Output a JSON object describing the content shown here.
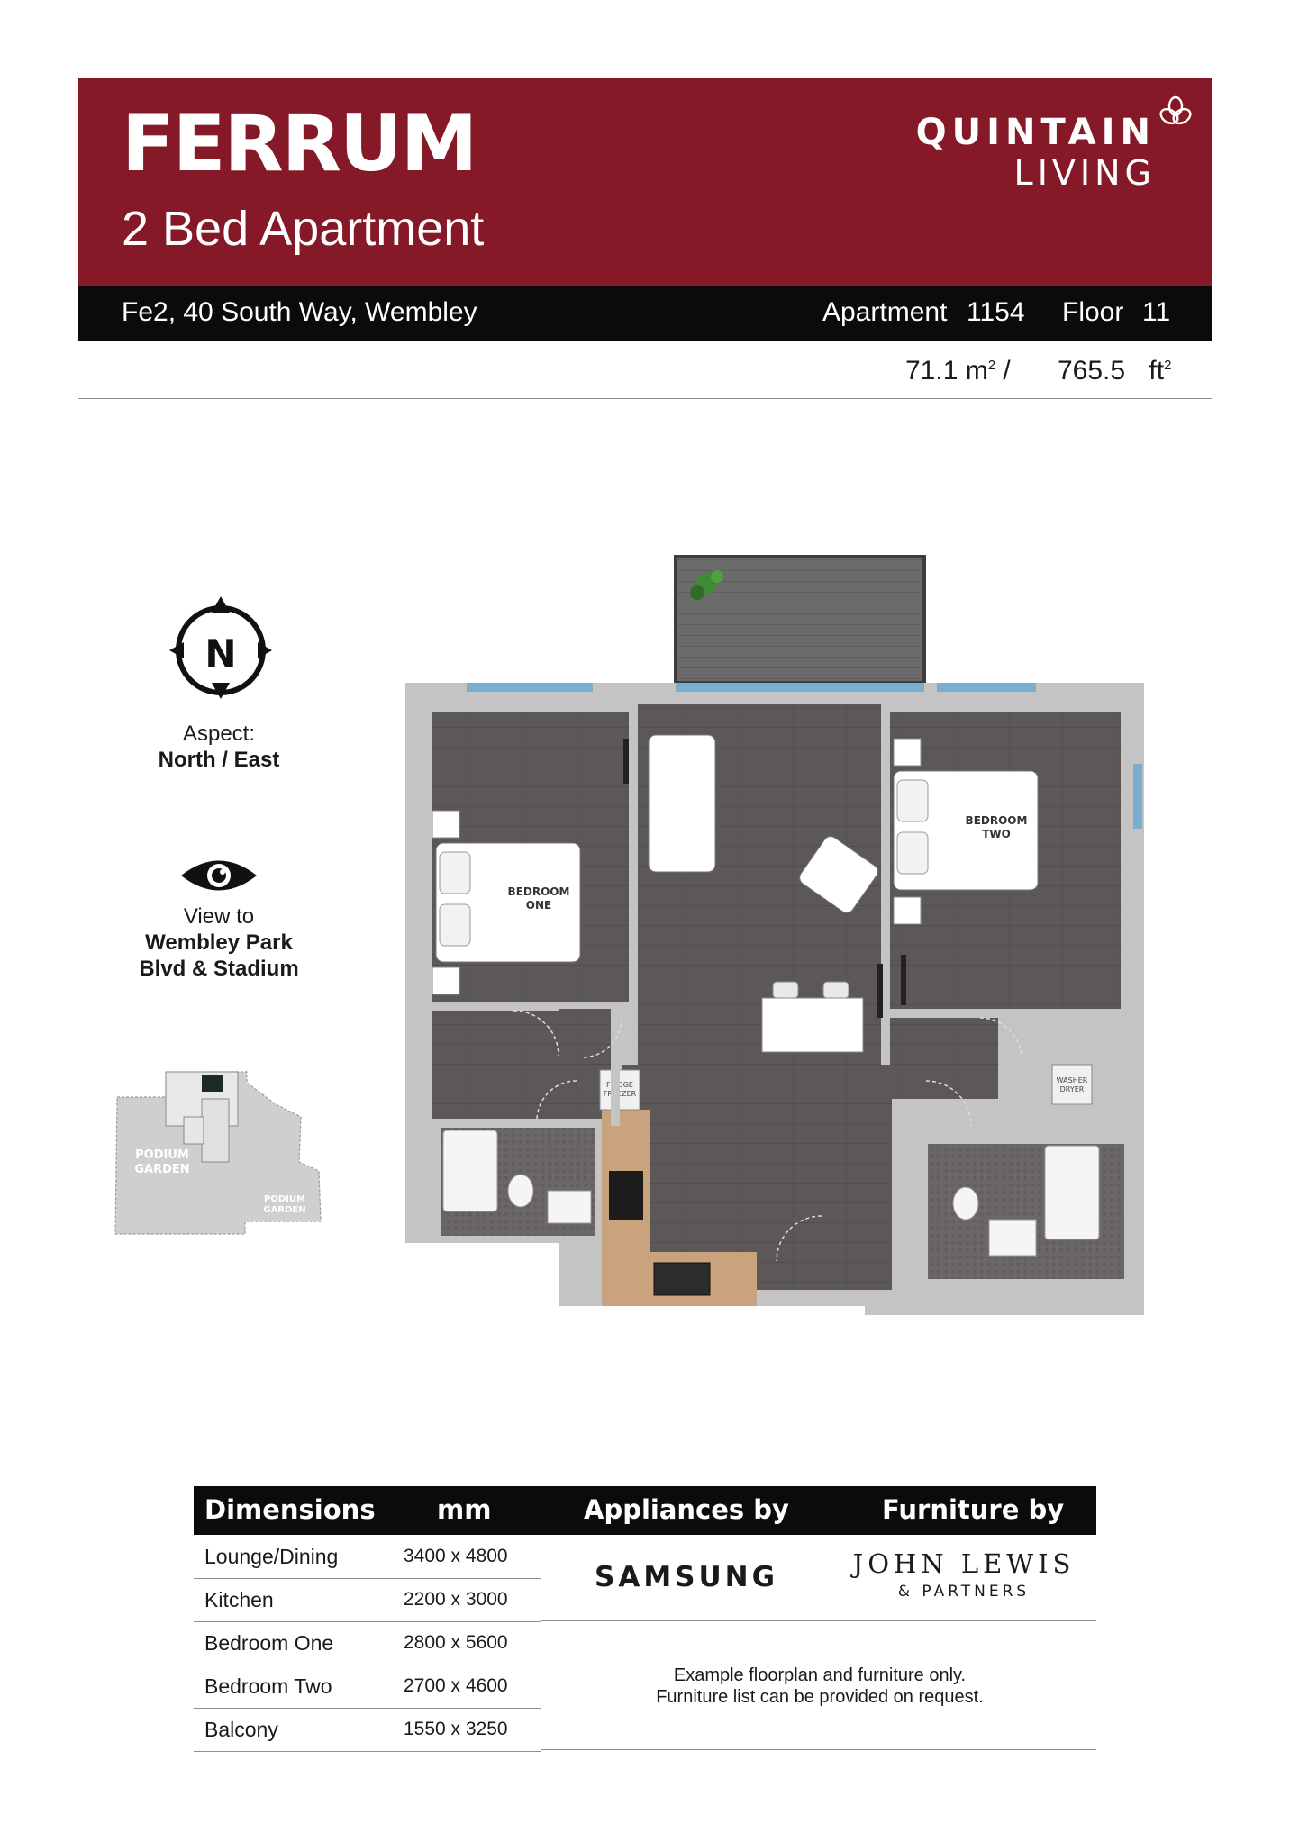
{
  "header": {
    "development": "FERRUM",
    "unit_type": "2 Bed Apartment",
    "brand_line1": "QUINTAIN",
    "brand_line2": "LIVING"
  },
  "address_bar": {
    "address": "Fe2, 40 South Way, Wembley",
    "apartment_label": "Apartment",
    "apartment_number": "1154",
    "floor_label": "Floor",
    "floor_number": "11"
  },
  "area": {
    "sqm": "71.1",
    "sqm_unit": "m",
    "separator": "/",
    "sqft": "765.5",
    "sqft_unit": "ft"
  },
  "sidebar": {
    "compass_letter": "N",
    "aspect_label": "Aspect:",
    "aspect_value": "North / East",
    "view_label": "View to",
    "view_line1": "Wembley Park",
    "view_line2": "Blvd & Stadium"
  },
  "keyplan": {
    "garden_a_line1": "PODIUM",
    "garden_a_line2": "GARDEN",
    "garden_b_line1": "PODIUM",
    "garden_b_line2": "GARDEN"
  },
  "floorplan": {
    "bedroom_one_line1": "BEDROOM",
    "bedroom_one_line2": "ONE",
    "bedroom_two_line1": "BEDROOM",
    "bedroom_two_line2": "TWO",
    "fridge_line1": "FRIDGE",
    "fridge_line2": "FREEZER",
    "washer_line1": "WASHER",
    "washer_line2": "DRYER"
  },
  "table": {
    "headers": [
      "Dimensions",
      "mm",
      "Appliances by",
      "Furniture by"
    ],
    "rows": [
      {
        "room": "Lounge/Dining",
        "dims": "3400 x 4800"
      },
      {
        "room": "Kitchen",
        "dims": "2200 x 3000"
      },
      {
        "room": "Bedroom One",
        "dims": "2800 x 5600"
      },
      {
        "room": "Bedroom Two",
        "dims": "2700 x 4600"
      },
      {
        "room": "Balcony",
        "dims": "1550 x 3250"
      }
    ],
    "appliances_brand": "SAMSUNG",
    "furniture_brand_line1": "JOHN LEWIS",
    "furniture_brand_line2": "& PARTNERS",
    "note_line1": "Example floorplan and furniture only.",
    "note_line2": "Furniture list can be provided on request."
  },
  "colors": {
    "brand_red": "#861927",
    "bar_black": "#0b0b0b",
    "floor_grey": "#5b5857",
    "wall_grey": "#c2c2c2",
    "kitchen_wood": "#c9a27e"
  }
}
